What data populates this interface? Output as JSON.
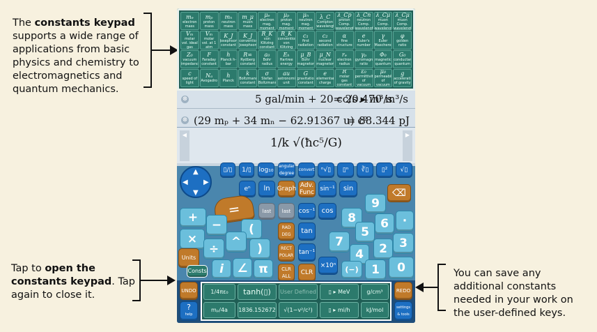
{
  "callouts": {
    "constants": {
      "pre": "The ",
      "bold": "constants keypad",
      "post": " supports a wide range of applications from basic physics and chemistry to electromagnetics and quantum mechanics."
    },
    "open": {
      "pre": "Tap to ",
      "bold": "open the constants keypad",
      "post": ". Tap again to close it."
    },
    "user": {
      "text": "You can save any additional constants needed in your work on the user-defined keys."
    }
  },
  "constants_keys": [
    {
      "sym": "mₑ",
      "label": "electron mass"
    },
    {
      "sym": "mₚ",
      "label": "proton mass"
    },
    {
      "sym": "mₙ",
      "label": "neutron mass"
    },
    {
      "sym": "m_μ",
      "label": "muon mass"
    },
    {
      "sym": "μₑ",
      "label": "electron mag. moment"
    },
    {
      "sym": "μₚ",
      "label": "proton mag. moment"
    },
    {
      "sym": "μₙ",
      "label": "neutron mag. moment"
    },
    {
      "sym": "λ_C",
      "label": "Compton wavelength"
    },
    {
      "sym": "λ_Cp",
      "label": "proton Comp. wavelength"
    },
    {
      "sym": "λ_Cn",
      "label": "neutron Comp. wavelength"
    },
    {
      "sym": "λ_Cμ",
      "label": "muon Comp. wavelength"
    },
    {
      "sym": "λ_Cμ",
      "label": "muon Comp. wavelength"
    },
    {
      "sym": "Vₘ",
      "label": "molar vol. ideal gas"
    },
    {
      "sym": "Vₘ",
      "label": "molar vol. at 1 atm"
    },
    {
      "sym": "K_J",
      "label": "Josephson constant"
    },
    {
      "sym": "K_J",
      "label": "conventional Josephson"
    },
    {
      "sym": "R_K",
      "label": "von Klitzing constant"
    },
    {
      "sym": "R_K",
      "label": "conventional von Klitzing"
    },
    {
      "sym": "c₁",
      "label": "first radiation"
    },
    {
      "sym": "c₂",
      "label": "second radiation"
    },
    {
      "sym": "α",
      "label": "fine structure"
    },
    {
      "sym": "e",
      "label": "Euler's number"
    },
    {
      "sym": "γ",
      "label": "Euler Mascheroni"
    },
    {
      "sym": "φ",
      "label": "golden ratio"
    },
    {
      "sym": "Z₀",
      "label": "vacuum impedance"
    },
    {
      "sym": "F",
      "label": "Faraday constant"
    },
    {
      "sym": "h",
      "label": "Planck h-bar"
    },
    {
      "sym": "R∞",
      "label": "Rydberg constant"
    },
    {
      "sym": "a₀",
      "label": "Bohr radius"
    },
    {
      "sym": "Eₕ",
      "label": "Hartree energy"
    },
    {
      "sym": "μ_B",
      "label": "Bohr magneton"
    },
    {
      "sym": "μ_N",
      "label": "nuclear magneton"
    },
    {
      "sym": "rₑ",
      "label": "electron radius"
    },
    {
      "sym": "γₚ",
      "label": "gyromagnetic ratio"
    },
    {
      "sym": "Φ₀",
      "label": "magnetic quantum"
    },
    {
      "sym": "G₀",
      "label": "conductance quantum"
    },
    {
      "sym": "c",
      "label": "speed of light"
    },
    {
      "sym": "Nₐ",
      "label": "Avogadro"
    },
    {
      "sym": "h",
      "label": "Planck"
    },
    {
      "sym": "k",
      "label": "Boltzmann constant"
    },
    {
      "sym": "σ",
      "label": "Stefan Boltzmann"
    },
    {
      "sym": "au",
      "label": "astronomical unit"
    },
    {
      "sym": "G",
      "label": "gravitational constant"
    },
    {
      "sym": "e",
      "label": "elementary charge"
    },
    {
      "sym": "R",
      "label": "molar gas constant"
    },
    {
      "sym": "ε₀",
      "label": "permittivity of vacuum"
    },
    {
      "sym": "μ₀",
      "label": "permeability of vacuum"
    },
    {
      "sym": "g",
      "label": "acceleration of gravity"
    }
  ],
  "display": {
    "line1": {
      "expr": "5 gal/min + 20 cc/s ▸ in³/s",
      "result": "= 20.470 in³/s"
    },
    "line2": {
      "expr": "(29 mₚ + 34 mₙ − 62.91367 u) c²",
      "result": "= 88.344 pJ"
    },
    "entry": "1/k √(ħc⁵/G)"
  },
  "keys": {
    "angular": "angular degree",
    "convert": "convert",
    "ln": "ln",
    "log": "log₁₀",
    "graph": "Graph",
    "adv": "Adv. Func",
    "sin_inv": "sin⁻¹",
    "sin": "sin",
    "cos_inv": "cos⁻¹",
    "cos": "cos",
    "tan": "tan",
    "tan_inv": "tan⁻¹",
    "rad": "RAD DEG",
    "rect": "RECT POLAR",
    "clr_all": "CLR ALL",
    "clr": "CLR",
    "exp": "×10ⁿ",
    "neg": "(−)",
    "last1": "last",
    "last2": "last",
    "units": "Units",
    "consts": "Consts",
    "undo": "UNDO",
    "redo": "REDO",
    "help": "?",
    "help_sub": "help",
    "settings": "settings & tools",
    "eq": "=",
    "plus": "+",
    "minus": "−",
    "times": "×",
    "div": "÷",
    "pow": "^",
    "lparen": "(",
    "rparen": ")",
    "i": "i",
    "angle": "∠",
    "pi": "π",
    "dot": "·",
    "backspace": "⌫",
    "d0": "0",
    "d1": "1",
    "d2": "2",
    "d3": "3",
    "d4": "4",
    "d5": "5",
    "d6": "6",
    "d7": "7",
    "d8": "8",
    "d9": "9"
  },
  "user_keys": [
    {
      "label": "1/4πε₀"
    },
    {
      "label": "tanh(▯)"
    },
    {
      "label": "User Defined"
    },
    {
      "label": "▯ ▸ MeV"
    },
    {
      "label": "g/cm³"
    },
    {
      "label": "mₚ/4a"
    },
    {
      "label": "1836.152672"
    },
    {
      "label": "√(1−v²/c²)"
    },
    {
      "label": "▯ ▸ mi/h"
    },
    {
      "label": "kJ/mol"
    }
  ]
}
